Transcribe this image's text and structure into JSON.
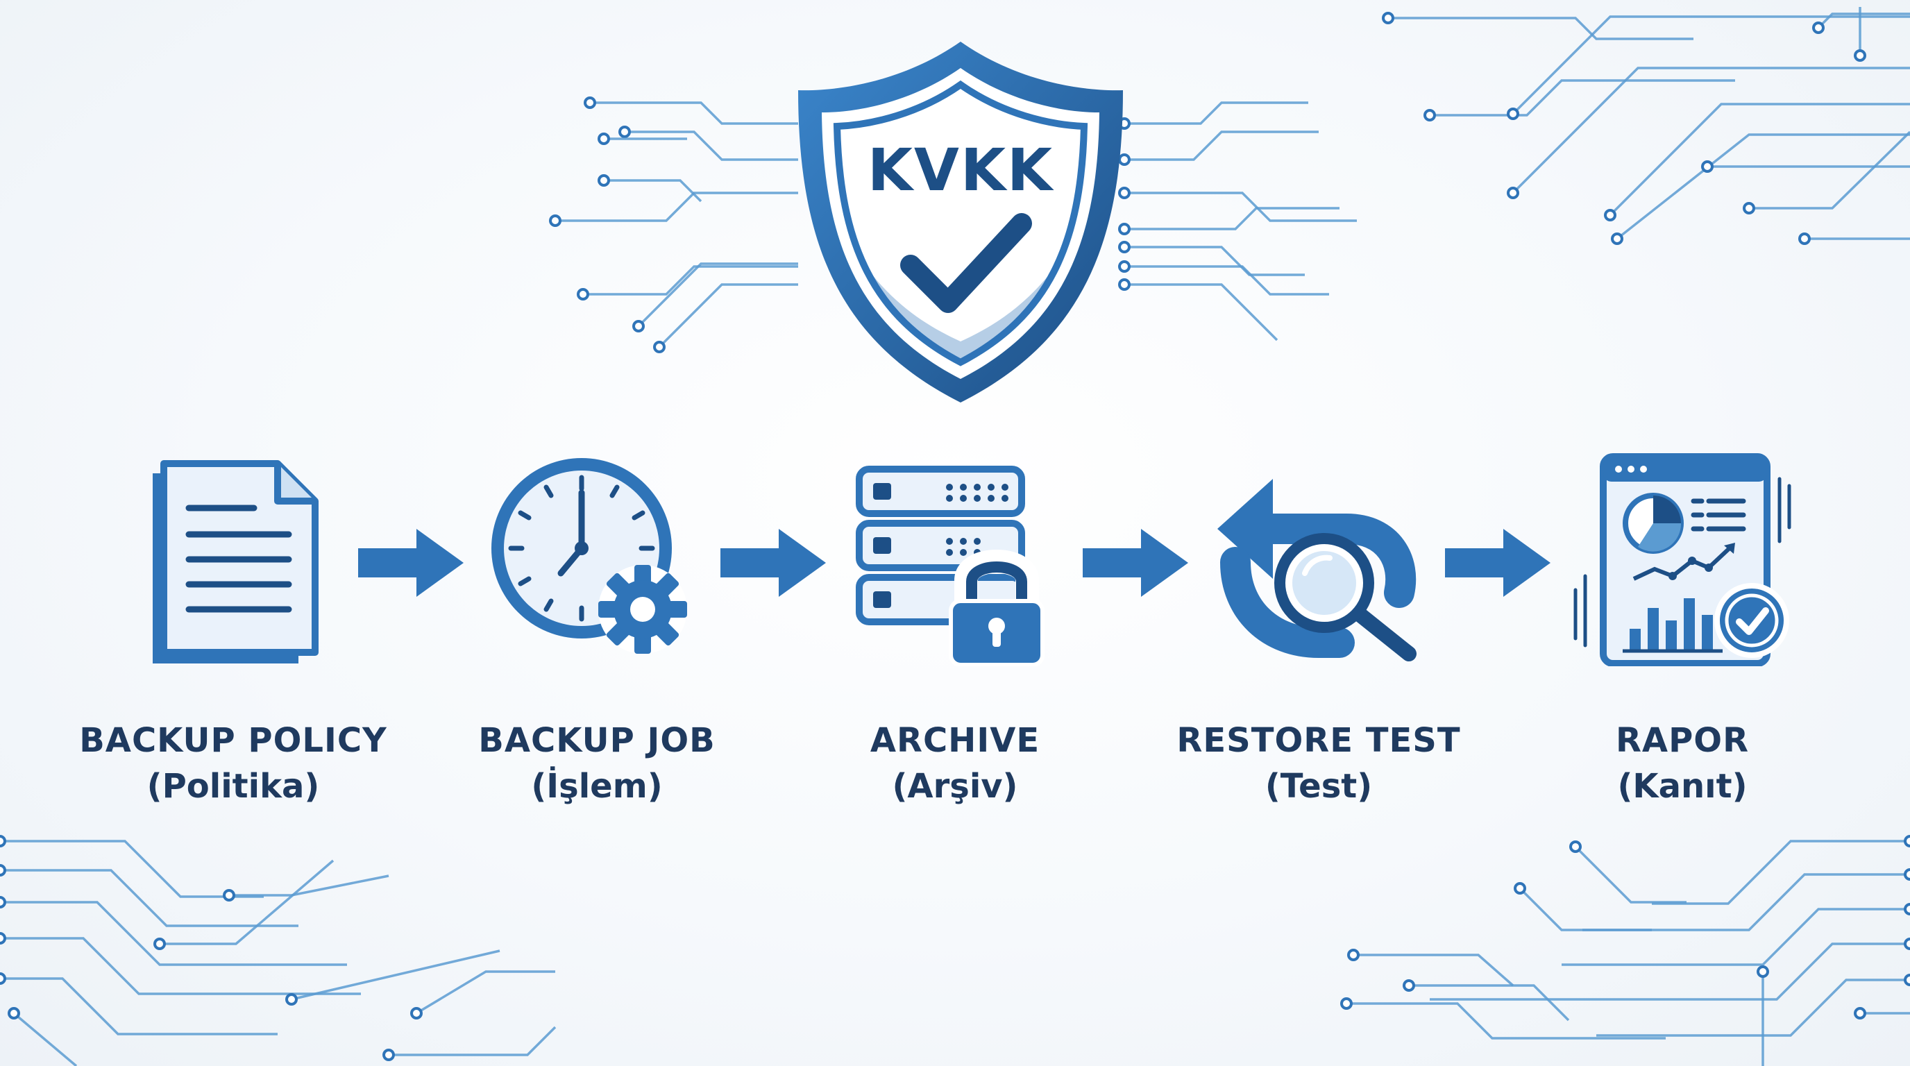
{
  "badge": {
    "title": "KVKK"
  },
  "colors": {
    "primary": "#2f74b8",
    "dark": "#1d4f86",
    "light": "#e6f0fa",
    "line": "#5b9bd1",
    "text": "#1f3a5f"
  },
  "steps": [
    {
      "icon": "document-icon",
      "title": "BACKUP POLICY",
      "subtitle": "(Politika)"
    },
    {
      "icon": "clock-gear-icon",
      "title": "BACKUP JOB",
      "subtitle": "(İşlem)"
    },
    {
      "icon": "server-lock-icon",
      "title": "ARCHIVE",
      "subtitle": "(Arşiv)"
    },
    {
      "icon": "restore-search-icon",
      "title": "RESTORE TEST",
      "subtitle": "(Test)"
    },
    {
      "icon": "report-check-icon",
      "title": "RAPOR",
      "subtitle": "(Kanıt)"
    }
  ]
}
